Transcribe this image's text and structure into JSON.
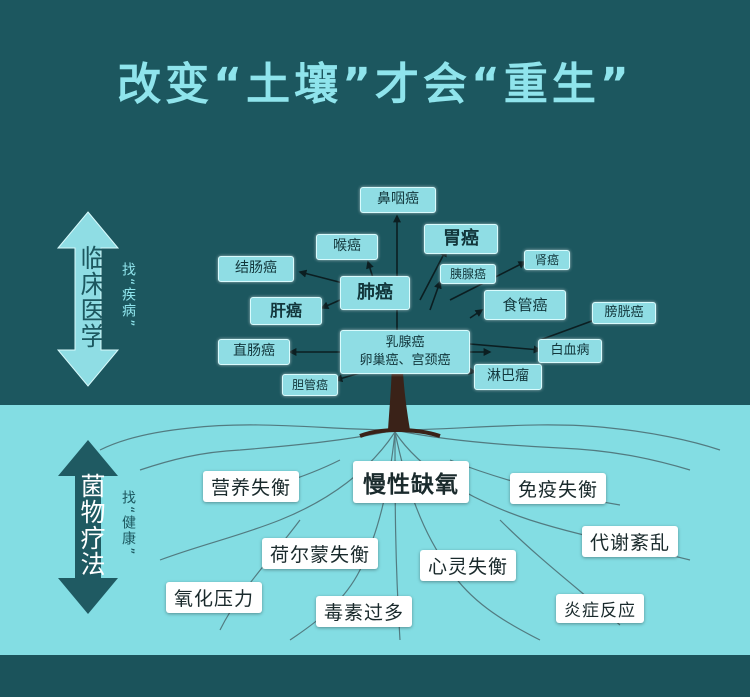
{
  "title": "改变“土壤”才会“重生”",
  "left": {
    "upper": {
      "label": "临床医学",
      "sub": "找“疾病”"
    },
    "lower": {
      "label": "菌物疗法",
      "sub": "找“健康”"
    }
  },
  "cancers": {
    "nasopharyngeal": "鼻咽癌",
    "laryngeal": "喉癌",
    "gastric": "胃癌",
    "colon": "结肠癌",
    "kidney": "肾癌",
    "lung": "肺癌",
    "pancreatic": "胰腺癌",
    "esophageal": "食管癌",
    "liver": "肝癌",
    "bladder": "膀胱癌",
    "breast": "乳腺癌",
    "ovarian_cervical": "卵巢癌、宫颈癌",
    "rectal": "直肠癌",
    "leukemia": "白血病",
    "gallbladder": "胆管癌",
    "lymphoma": "淋巴瘤"
  },
  "causes": {
    "nutrition": "营养失衡",
    "hypoxia": "慢性缺氧",
    "immune": "免疫失衡",
    "metabolism": "代谢紊乱",
    "hormone": "荷尔蒙失衡",
    "mental": "心灵失衡",
    "oxidative": "氧化压力",
    "toxins": "毒素过多",
    "inflammation": "炎症反应"
  }
}
